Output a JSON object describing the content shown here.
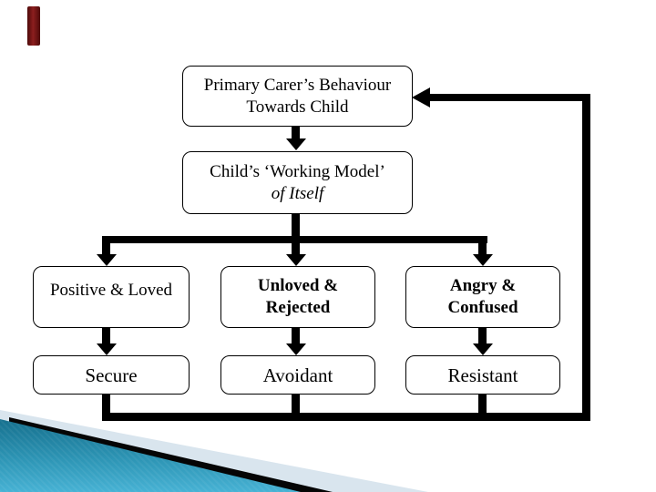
{
  "slide": {
    "top_box": {
      "line1": "Primary Carer’s Behaviour",
      "line2": "Towards Child"
    },
    "model_box": {
      "line1": "Child’s ‘Working Model’",
      "line2": "of Itself"
    },
    "feelings": {
      "positive": {
        "line1": "Positive & Loved"
      },
      "unloved": {
        "line1": "Unloved &",
        "line2": "Rejected"
      },
      "angry": {
        "line1": "Angry &",
        "line2": "Confused"
      }
    },
    "attachments": {
      "secure": "Secure",
      "avoidant": "Avoidant",
      "resistant": "Resistant"
    },
    "colors": {
      "line": "#000000",
      "box_border": "#000000",
      "box_fill": "#ffffff",
      "text": "#000000",
      "red_bar": "#701414",
      "teal_top": "#16708e",
      "teal_bottom": "#47b2d4",
      "pale_wedge": "#d9e5ee",
      "black_wedge": "#050505"
    }
  }
}
